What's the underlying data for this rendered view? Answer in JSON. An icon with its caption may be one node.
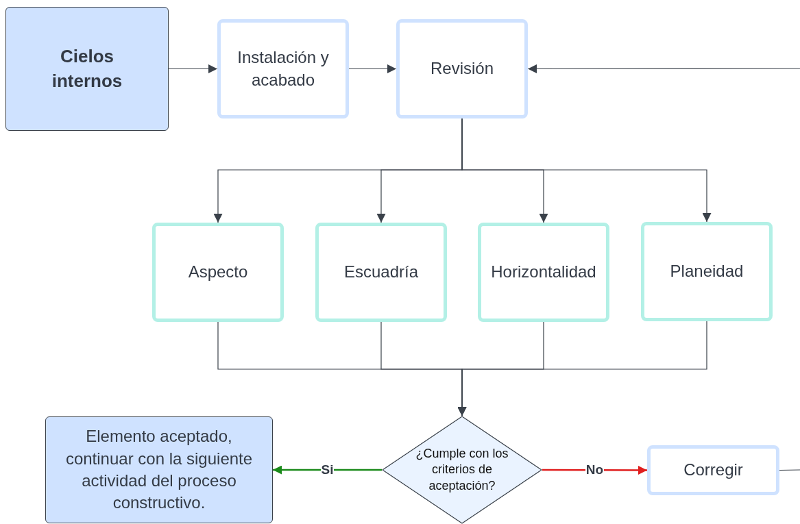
{
  "diagram": {
    "nodes": [
      {
        "text": [
          "Cielos internos"
        ]
      },
      {
        "text": [
          "Instalación y acabado"
        ]
      },
      {
        "text": [
          "Revisión"
        ]
      },
      {
        "text": [
          "Aspecto"
        ]
      },
      {
        "text": [
          "Escuadría"
        ]
      },
      {
        "text": [
          "Horizontalidad"
        ]
      },
      {
        "text": [
          "Planeidad"
        ]
      },
      {
        "text": [
          "¿Cumple con los criterios de aceptación?"
        ]
      },
      {
        "text": [
          "Elemento aceptado, continuar con la siguiente actividad del proceso constructivo."
        ]
      },
      {
        "text": [
          "Corregir"
        ]
      }
    ],
    "edges": [
      {
        "from": 0,
        "to": 1,
        "arrow": "to"
      },
      {
        "from": 1,
        "to": 2,
        "arrow": "to"
      },
      {
        "from": null,
        "to": 2,
        "arrow": "to"
      },
      {
        "from": 2,
        "to": 3,
        "arrow": "to"
      },
      {
        "from": 2,
        "to": 4,
        "arrow": "to"
      },
      {
        "from": 2,
        "to": 5,
        "arrow": "to"
      },
      {
        "from": 2,
        "to": 6,
        "arrow": "to"
      },
      {
        "from": 3,
        "to": 7,
        "arrow": "to"
      },
      {
        "from": 4,
        "to": 7,
        "arrow": "to"
      },
      {
        "from": 5,
        "to": 7,
        "arrow": "to"
      },
      {
        "from": 6,
        "to": 7,
        "arrow": "to"
      },
      {
        "from": 7,
        "to": 8,
        "arrow": "to",
        "label": "Si",
        "color": "#1a8a1a"
      },
      {
        "from": 7,
        "to": 9,
        "arrow": "to",
        "label": "No",
        "color": "#e01e1e"
      },
      {
        "from": 9,
        "to": null,
        "arrow": "none"
      }
    ]
  }
}
